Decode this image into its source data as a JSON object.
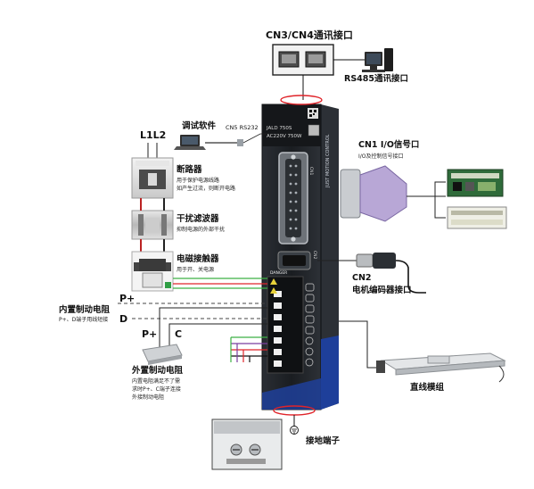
{
  "labels": {
    "cn3cn4": "CN3/CN4通讯接口",
    "rs485": "RS485通讯接口",
    "debug_software": "调试软件",
    "cn5": "CN5 RS232",
    "l1l2": "L1L2",
    "breaker_title": "断路器",
    "breaker_desc1": "用于保护电源线路",
    "breaker_desc2": "如产生过流，则断开电路",
    "filter_title": "干扰滤波器",
    "filter_desc": "抑制电源的外部干扰",
    "contactor_title": "电磁接触器",
    "contactor_desc": "用于开、关电源",
    "p_plus_1": "P+",
    "internal_res_title": "内置制动电阻",
    "internal_res_desc": "P+、D端子用线短接",
    "d_label": "D",
    "p_plus_2": "P+",
    "c_label": "C",
    "external_res_title": "外置制动电阻",
    "external_res_desc1": "内置电阻满足不了需",
    "external_res_desc2": "求时P+、C端子连接",
    "external_res_desc3": "外接制动电阻",
    "cn1_title": "CN1  I/O信号口",
    "cn1_desc": "I/O及控制信号接口",
    "cn2_title": "CN2",
    "cn2_desc": "电机编码器接口",
    "linear_module": "直线模组",
    "ground_terminal": "接地端子"
  },
  "drive": {
    "model": "JALD 750S",
    "spec": "AC220V 750W",
    "brand_vertical": "JUST MOTION CONTROL",
    "cn1_tag": "CN1",
    "cn2_tag": "CN2",
    "danger_tag": "DANGER"
  },
  "colors": {
    "green_wire": "#3cb043",
    "red_wire": "#e0242a",
    "purple_wire": "#7b3fa0",
    "black_wire": "#111111",
    "drive_body": "#1f2227",
    "drive_accent": "#1e3f9a"
  }
}
